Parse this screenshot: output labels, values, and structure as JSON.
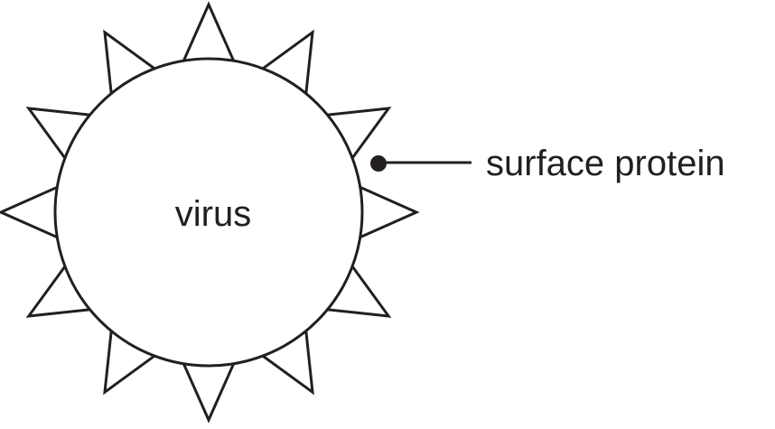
{
  "diagram": {
    "virus_label": "virus",
    "protein_label": "surface protein",
    "spike_count": 12,
    "line_color": "#231f20",
    "background_color": "#ffffff"
  }
}
